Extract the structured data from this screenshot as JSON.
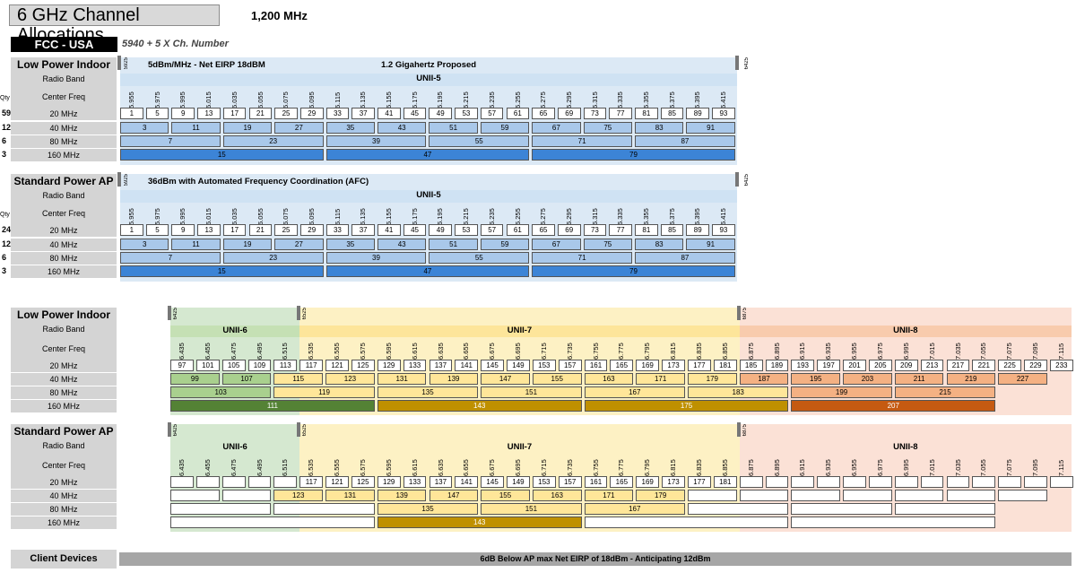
{
  "title": "6 GHz Channel Allocations",
  "bandwidth": "1,200 MHz",
  "region": "FCC - USA",
  "formula": "5940 + 5 X Ch. Number",
  "row_labels": {
    "radio_band": "Radio Band",
    "center_freq": "Center Freq",
    "qty": "Qty",
    "w20": "20 MHz",
    "w40": "40 MHz",
    "w80": "80 MHz",
    "w160": "160 MHz"
  },
  "sections": [
    {
      "name": "Low Power Indoor",
      "header": "5dBm/MHz - Net EIRP 18dBM",
      "header2": "1.2 Gigahertz Proposed",
      "start": "5925",
      "end": "6425",
      "band": "UNII-5",
      "qty": [
        "59",
        "12",
        "6",
        "3"
      ]
    },
    {
      "name": "Standard Power AP",
      "header": "36dBm with Automated Frequency Coordination (AFC)",
      "header2": "",
      "start": "5925",
      "end": "6425",
      "band": "UNII-5",
      "qty": [
        "24",
        "12",
        "6",
        "3"
      ]
    },
    {
      "name": "Low Power Indoor",
      "bands": [
        "UNII-6",
        "UNII-7",
        "UNII-8"
      ],
      "edges": [
        "6425",
        "6525",
        "6875"
      ]
    },
    {
      "name": "Standard Power AP",
      "bands": [
        "UNII-6",
        "UNII-7",
        "UNII-8"
      ],
      "edges": [
        "6425",
        "6525",
        "6875"
      ]
    }
  ],
  "freq_unii5": [
    "5.955",
    "5.975",
    "5.995",
    "6.015",
    "6.035",
    "6.055",
    "6.075",
    "6.095",
    "6.115",
    "6.135",
    "6.155",
    "6.175",
    "6.195",
    "6.215",
    "6.235",
    "6.255",
    "6.275",
    "6.295",
    "6.315",
    "6.335",
    "6.355",
    "6.375",
    "6.395",
    "6.415"
  ],
  "freq_upper": [
    "6.435",
    "6.455",
    "6.475",
    "6.495",
    "6.515",
    "6.535",
    "6.555",
    "6.575",
    "6.595",
    "6.615",
    "6.635",
    "6.655",
    "6.675",
    "6.695",
    "6.715",
    "6.735",
    "6.755",
    "6.775",
    "6.795",
    "6.815",
    "6.835",
    "6.855",
    "6.875",
    "6.895",
    "6.915",
    "6.935",
    "6.955",
    "6.975",
    "6.995",
    "7.015",
    "7.035",
    "7.055",
    "7.075",
    "7.095",
    "7.115"
  ],
  "ch20_unii5": [
    "1",
    "5",
    "9",
    "13",
    "17",
    "21",
    "25",
    "29",
    "33",
    "37",
    "41",
    "45",
    "49",
    "53",
    "57",
    "61",
    "65",
    "69",
    "73",
    "77",
    "81",
    "85",
    "89",
    "93"
  ],
  "ch40_unii5": [
    "3",
    "11",
    "19",
    "27",
    "35",
    "43",
    "51",
    "59",
    "67",
    "75",
    "83",
    "91"
  ],
  "ch80_unii5": [
    "7",
    "23",
    "39",
    "55",
    "71",
    "87"
  ],
  "ch160_unii5": [
    "15",
    "47",
    "79"
  ],
  "ch20_upper": [
    "97",
    "101",
    "105",
    "109",
    "113",
    "117",
    "121",
    "125",
    "129",
    "133",
    "137",
    "141",
    "145",
    "149",
    "153",
    "157",
    "161",
    "165",
    "169",
    "173",
    "177",
    "181",
    "185",
    "189",
    "193",
    "197",
    "201",
    "205",
    "209",
    "213",
    "217",
    "221",
    "225",
    "229",
    "233"
  ],
  "ch40_upper": [
    "99",
    "107",
    "115",
    "123",
    "131",
    "139",
    "147",
    "155",
    "163",
    "171",
    "179",
    "187",
    "195",
    "203",
    "211",
    "219",
    "227"
  ],
  "ch80_upper": [
    "103",
    "119",
    "135",
    "151",
    "167",
    "183",
    "199",
    "215"
  ],
  "ch160_upper": [
    "111",
    "143",
    "175",
    "207"
  ],
  "sp_ch20_upper": [
    "",
    "",
    "",
    "",
    "",
    "117",
    "121",
    "125",
    "129",
    "133",
    "137",
    "141",
    "145",
    "149",
    "153",
    "157",
    "161",
    "165",
    "169",
    "173",
    "177",
    "181",
    "",
    "",
    "",
    "",
    "",
    "",
    "",
    "",
    "",
    "",
    "",
    "",
    ""
  ],
  "sp_ch40_upper": [
    "",
    "",
    "123",
    "131",
    "139",
    "147",
    "155",
    "163",
    "171",
    "179",
    "",
    "",
    "",
    "",
    "",
    "",
    ""
  ],
  "sp_ch80_upper": [
    "",
    "",
    "135",
    "151",
    "167",
    "",
    "",
    ""
  ],
  "sp_ch160_upper": [
    "",
    "143",
    "",
    ""
  ],
  "client": {
    "label": "Client Devices",
    "text": "6dB Below AP max Net EIRP of 18dBm - Anticipating 12dBm"
  },
  "colors": {
    "unii5_bg": "#dce9f5",
    "unii6_bg": "#d5e8d0",
    "unii7_bg": "#fdf1c4",
    "unii8_bg": "#fbe1d6",
    "blue40": "#a9c8ea",
    "blue160": "#3c84d6",
    "green40": "#a9d08e",
    "green160": "#548235",
    "yellow40": "#ffe699",
    "yellow160": "#bf9000",
    "orange40": "#f4b183",
    "orange160": "#c55a11"
  }
}
